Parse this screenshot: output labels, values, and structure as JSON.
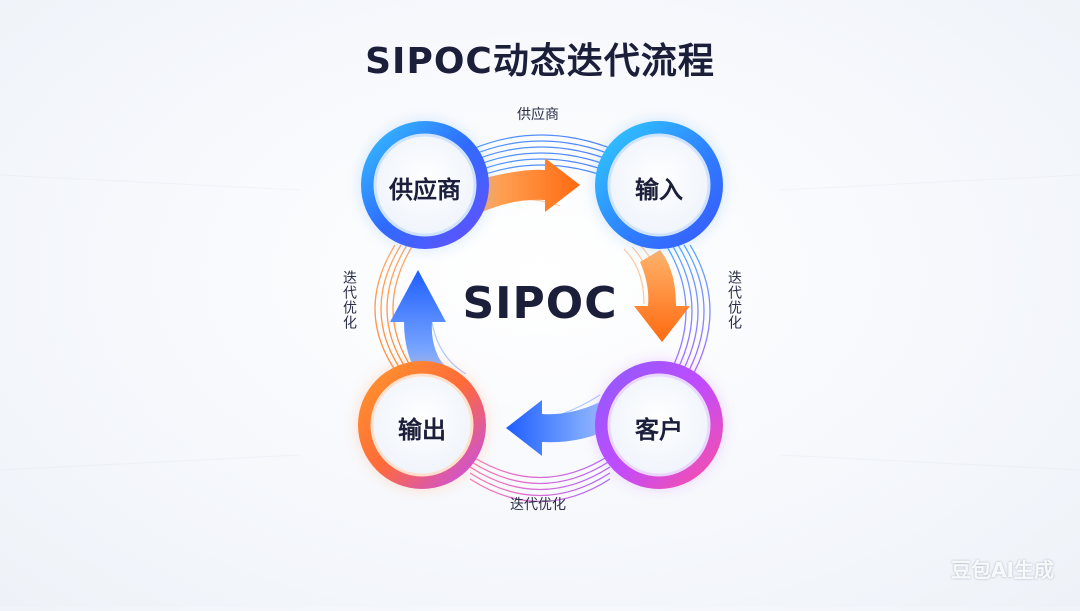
{
  "title": "SIPOC动态迭代流程",
  "center": "SIPOC",
  "nodes": {
    "supplier": "供应商",
    "input": "输入",
    "customer": "客户",
    "output": "输出"
  },
  "edge_labels": {
    "top": "供应商",
    "right": "迭代优化",
    "bottom": "迭代优化",
    "left": "迭代优化"
  },
  "watermark": "豆包AI生成",
  "colors": {
    "blue": "#2f7bff",
    "cyan": "#3fb6ff",
    "orange": "#ff7a1a",
    "purple": "#a24cff",
    "pink": "#ff4fa3",
    "text": "#1b1f3a"
  }
}
